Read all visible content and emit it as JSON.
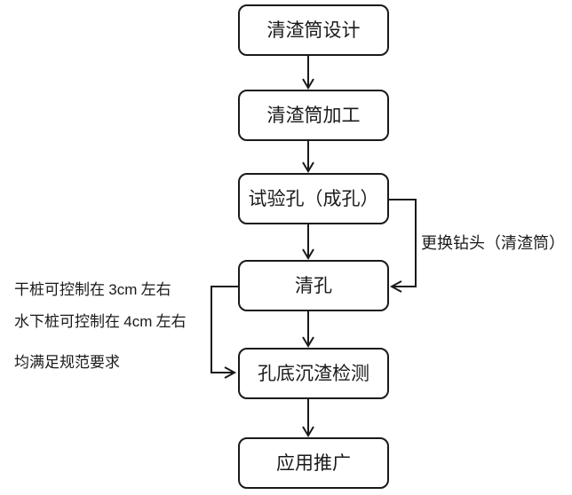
{
  "diagram": {
    "boxes": [
      "清渣筒设计",
      "清渣筒加工",
      "试验孔（成孔）",
      "清孔",
      "孔底沉渣检测",
      "应用推广"
    ],
    "annotations": {
      "right_loop_label": "更换钻头（清渣筒）",
      "left_note_lines": [
        {
          "pre": "干桩可控制在 ",
          "measure": "3cm",
          "post": " 左右"
        },
        {
          "pre": "水下桩可控制在 ",
          "measure": "4cm",
          "post": " 左右"
        },
        {
          "pre": "均满足规范要求",
          "measure": "",
          "post": ""
        }
      ]
    },
    "colors": {
      "line": "#1a1a1a",
      "background": "#ffffff",
      "text": "#1a1a1a"
    }
  }
}
